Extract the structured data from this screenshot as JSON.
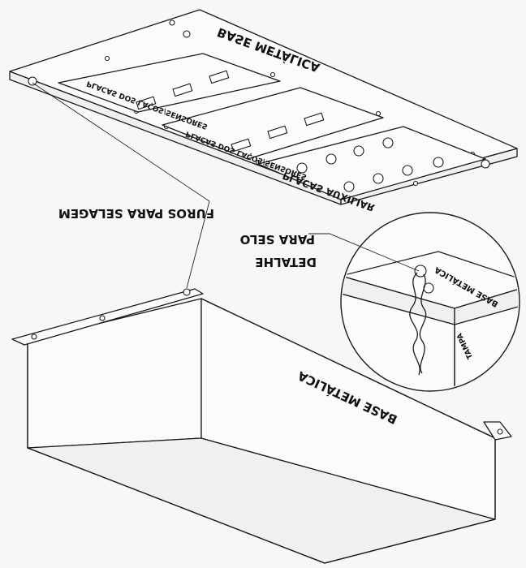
{
  "labels": {
    "base_metalica_top": "BASE METÁLICA",
    "placas_lacos_1": "PLACAS DOS LAÇOS/SENSORES",
    "placas_lacos_2": "PLACAS DOS LAÇOS/SENSORES",
    "placas_auxiliar": "PLACAS AUXILIAR",
    "furos_selagem": "FUROS PARA SELAGEM",
    "para_selo": "PARA SELO",
    "detalhe": "DETALHE",
    "base_metalica_detail": "BASE METÁLICA",
    "tampa": "TAMPA",
    "base_metalica_box": "BASE METÁLICA"
  }
}
